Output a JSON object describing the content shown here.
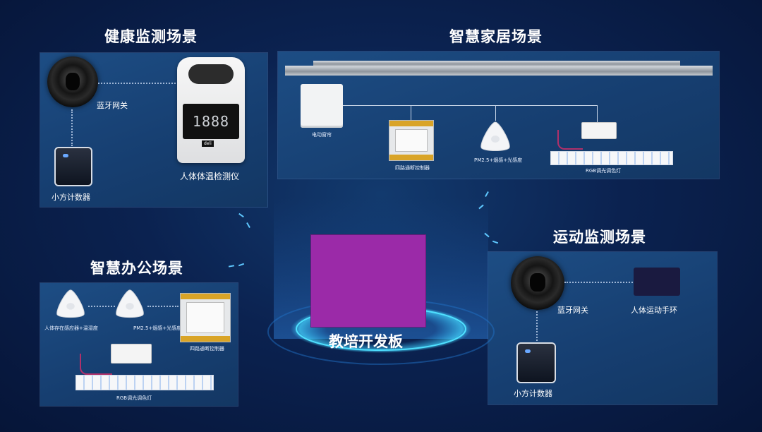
{
  "sections": {
    "health": {
      "title": "健康监测场景",
      "gateway_label": "蓝牙网关",
      "counter_label": "小方计数器",
      "thermometer_label": "人体体温检测仪",
      "thermometer_display": "1888",
      "thermometer_brand": "deli"
    },
    "home": {
      "title": "智慧家居场景",
      "curtain_label": "电动窗帘",
      "relay_label": "四路通断控制器",
      "sensor_label": "PM2.5+烟感+光感度",
      "rgb_label": "RGB调光调色灯"
    },
    "office": {
      "title": "智慧办公场景",
      "presence_label": "人体存在感应器+温湿度",
      "sensor_label": "PM2.5+烟感+光感度",
      "relay_label": "四路通断控制器",
      "rgb_label": "RGB调光调色灯"
    },
    "sport": {
      "title": "运动监测场景",
      "gateway_label": "蓝牙网关",
      "band_label": "人体运动手环",
      "counter_label": "小方计数器"
    },
    "center": {
      "title": "教培开发板"
    }
  },
  "colors": {
    "background": "#0b2250",
    "panel": "#1d4d84",
    "board": "#9b2aa8",
    "glow": "#3fd0ff"
  },
  "icons": [
    "bluetooth-gateway-icon",
    "counter-device-icon",
    "thermometer-device-icon",
    "curtain-motor-icon",
    "relay-controller-icon",
    "air-sensor-icon",
    "rgb-strip-icon",
    "fitness-band-icon",
    "dev-board-icon"
  ]
}
